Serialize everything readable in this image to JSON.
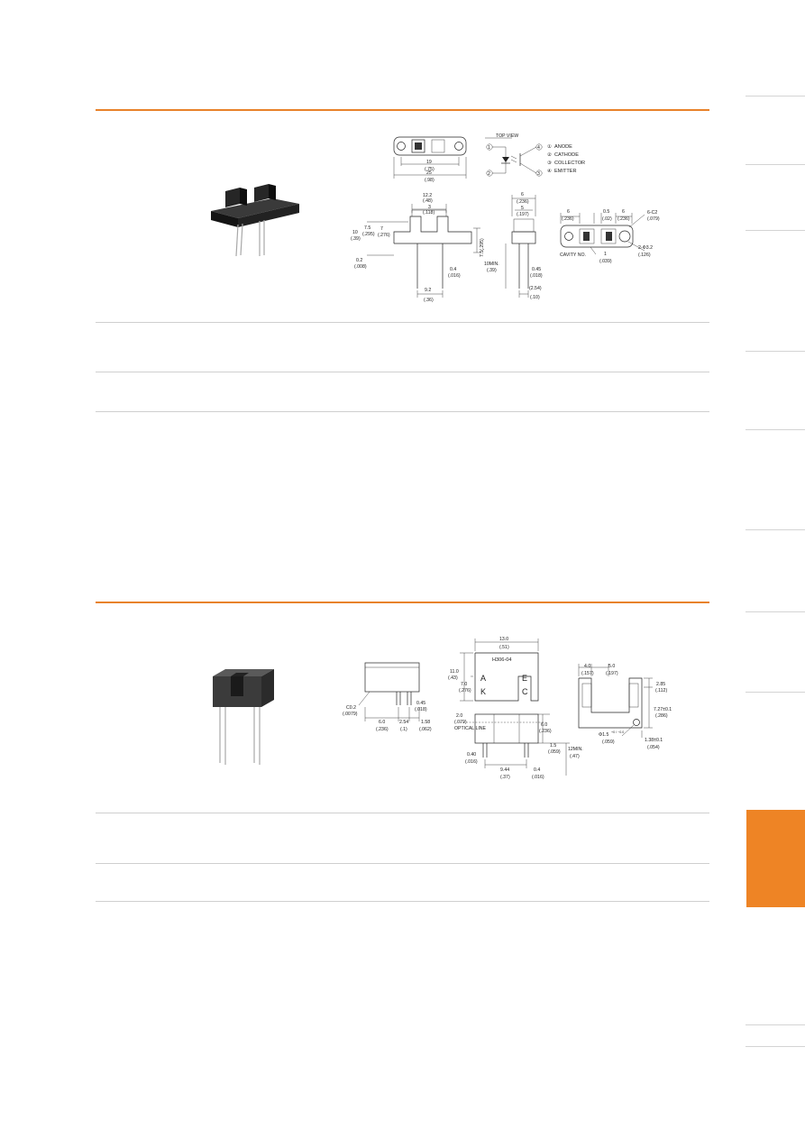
{
  "colors": {
    "accent": "#e8822a",
    "rule": "#cfcfcf",
    "side_tab": "#ee8425"
  },
  "product1": {
    "diagram": {
      "top_view": "TOP VIEW",
      "pins": [
        {
          "num": "①",
          "name": "ANODE"
        },
        {
          "num": "②",
          "name": "CATHODE"
        },
        {
          "num": "③",
          "name": "COLLECTOR"
        },
        {
          "num": "④",
          "name": "EMITTER"
        }
      ],
      "pin_num_1": "1",
      "pin_num_2": "2",
      "pin_num_3": "3",
      "pin_num_4": "4",
      "d_19": "19",
      "d_75": "(.75)",
      "d_25": "25",
      "d_98": "(.98)",
      "d_122": "12.2",
      "d_48": "(.48)",
      "d_3": "3",
      "d_118": "(.118)",
      "d_10": "10",
      "d_39": "(.39)",
      "d_75b": "7.5",
      "d_295": "(.295)",
      "d_7": "7",
      "d_276": "(.276)",
      "d_02": "0.2",
      "d_008": "(.008)",
      "d_04": "0.4",
      "d_016": "(.016)",
      "d_92": "9.2",
      "d_36": "(.36)",
      "d_75r": "7.5(.295)",
      "d_6": "6",
      "d_236": "(.236)",
      "d_5": "5",
      "d_197": "(.197)",
      "d_10min": "10MIN.",
      "d_39b": "(.39)",
      "d_045": "0.45",
      "d_018": "(.018)",
      "d_254": "(2.54)",
      "d_10b": "(.10)",
      "d_6b": "6",
      "d_236b": "(.236)",
      "d_05": "0.5",
      "d_02b": "(.02)",
      "d_6c": "6",
      "d_236c": "(.236)",
      "d_6c2": "6-C2",
      "d_079": "(.079)",
      "cavity": "CAVITY NO.",
      "d_1": "1",
      "d_039": "(.039)",
      "d_2phi": "2-Φ3.2",
      "d_126": "(.126)"
    }
  },
  "product2": {
    "diagram": {
      "d_c02": "C0.2",
      "d_0079": "(.0079)",
      "d_045": "0.45",
      "d_018": "(.018)",
      "d_6": "6.0",
      "d_236": "(.236)",
      "d_254": "2.54",
      "d_1": "(.1)",
      "d_158": "1.58",
      "d_062": "(.062)",
      "d_13": "13.0",
      "d_51": "(.51)",
      "model": "H306-04",
      "d_11": "11.0",
      "d_43": "(.43)",
      "d_7": "7.0",
      "d_276": "(.276)",
      "a": "A",
      "k": "K",
      "e": "E",
      "c": "C",
      "d_20": "2.0",
      "d_079": "(.079)",
      "optical": "OPTICAL LINE",
      "d_60": "6.0",
      "d_236b": "(.236)",
      "d_15": "1.5",
      "d_059": "(.059)",
      "d_12min": "12MIN.",
      "d_47": "(.47)",
      "d_040": "0.40",
      "d_016": "(.016)",
      "d_944": "9.44",
      "d_37": "(.37)",
      "d_04": "0.4",
      "d_016b": "(.016)",
      "d_40": "4.0",
      "d_157": "(.157)",
      "d_50": "5.0",
      "d_197": "(.197)",
      "d_285": "2.85",
      "d_112": "(.112)",
      "d_727": "7.27±0.1",
      "d_286": "(.286)",
      "d_phi": "Φ1.5",
      "d_tol": "+0 / −0.0",
      "d_059b": "(.059)",
      "d_138": "1.38±0.1",
      "d_054": "(.054)"
    }
  }
}
